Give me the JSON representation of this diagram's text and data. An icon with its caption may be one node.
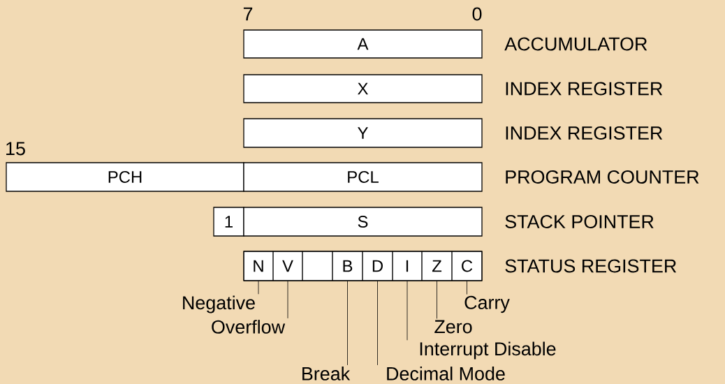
{
  "diagram": {
    "nodes": [
      {
        "text": [
          "A"
        ],
        "beside": [
          "ACCUMULATOR"
        ]
      },
      {
        "text": [
          "X"
        ],
        "beside": [
          "INDEX REGISTER"
        ]
      },
      {
        "text": [
          "Y"
        ],
        "beside": [
          "INDEX REGISTER"
        ]
      },
      {
        "text": [
          "PCH"
        ]
      },
      {
        "text": [
          "PCL"
        ],
        "beside": [
          "PROGRAM COUNTER"
        ]
      },
      {
        "text": [
          "1"
        ]
      },
      {
        "text": [
          "S"
        ],
        "beside": [
          "STACK POINTER"
        ]
      },
      {
        "text": [],
        "shape": "box",
        "beside": [
          "STATUS REGISTER"
        ]
      },
      {
        "text": [
          "N"
        ],
        "in": 7
      },
      {
        "text": [
          "V"
        ],
        "in": 7
      },
      {
        "text": [],
        "shape": "box",
        "in": 7
      },
      {
        "text": [
          "B"
        ],
        "in": 7
      },
      {
        "text": [
          "D"
        ],
        "in": 7
      },
      {
        "text": [
          "I"
        ],
        "in": 7
      },
      {
        "text": [
          "Z"
        ],
        "in": 7
      },
      {
        "text": [
          "C"
        ],
        "in": 7
      },
      {
        "text": [
          "Negative"
        ]
      },
      {
        "text": [
          "Overflow"
        ]
      },
      {
        "text": [
          "Break"
        ]
      },
      {
        "text": [
          "Decimal Mode"
        ]
      },
      {
        "text": [
          "Interrupt Disable"
        ]
      },
      {
        "text": [
          "Zero"
        ]
      },
      {
        "text": [
          "Carry"
        ]
      }
    ],
    "edges": [
      {
        "from": 16,
        "to": 8,
        "arrow": "none"
      },
      {
        "from": 17,
        "to": 9,
        "arrow": "none"
      },
      {
        "from": 18,
        "to": 11,
        "arrow": "none"
      },
      {
        "from": 19,
        "to": 12,
        "arrow": "none"
      },
      {
        "from": 20,
        "to": 13,
        "arrow": "none"
      },
      {
        "from": 21,
        "to": 14,
        "arrow": "none"
      },
      {
        "from": 22,
        "to": 15,
        "arrow": "none"
      }
    ],
    "labels": [
      "7",
      "0",
      "15"
    ]
  }
}
